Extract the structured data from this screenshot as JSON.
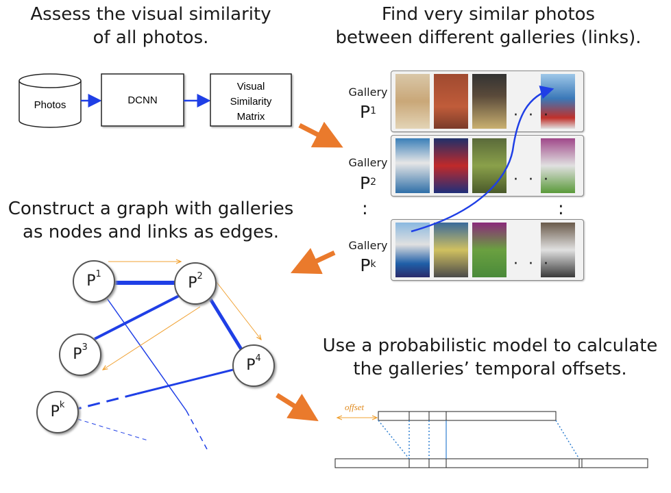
{
  "headings": {
    "assess_line1": "Assess the visual similarity",
    "assess_line2": "of all photos.",
    "find_line1": "Find very similar photos",
    "find_line2": "between different galleries (links).",
    "construct_line1": "Construct a graph with galleries",
    "construct_line2": "as nodes and links as edges.",
    "model_line1": "Use a probabilistic model to calculate",
    "model_line2": "the galleries’ temporal offsets."
  },
  "pipeline": {
    "photos": "Photos",
    "dcnn": "DCNN",
    "matrix_line1": "Visual",
    "matrix_line2": "Similarity",
    "matrix_line3": "Matrix"
  },
  "galleries": [
    {
      "label": "Gallery",
      "symbol": "P",
      "sup": "1"
    },
    {
      "label": "Gallery",
      "symbol": "P",
      "sup": "2"
    },
    {
      "label": "Gallery",
      "symbol": "P",
      "sup": "k"
    }
  ],
  "gallery_ellipsis": "· · ·",
  "vertical_ellipsis": ":",
  "graph_nodes": [
    {
      "symbol": "P",
      "sup": "1"
    },
    {
      "symbol": "P",
      "sup": "2"
    },
    {
      "symbol": "P",
      "sup": "3"
    },
    {
      "symbol": "P",
      "sup": "4"
    },
    {
      "symbol": "P",
      "sup": "k"
    }
  ],
  "timeline": {
    "offset_label": "offset"
  },
  "colors": {
    "blue_edge": "#1f3fe6",
    "orange": "#f0a030",
    "orange_arrow": "#ea7a2c",
    "timeline_blue": "#2f7fd0"
  }
}
